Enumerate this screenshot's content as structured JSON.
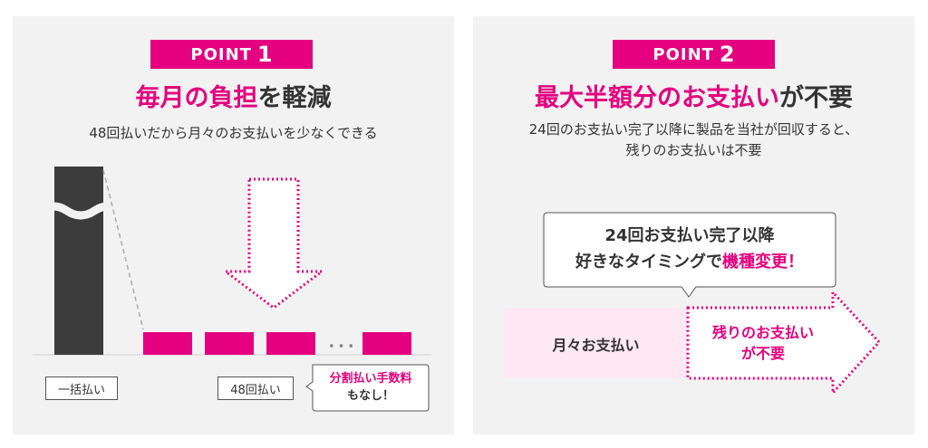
{
  "point1": {
    "badge_word": "POINT",
    "badge_num": "1",
    "title_pink": "毎月の負担",
    "title_dark": "を軽減",
    "subtitle": "48回払いだから月々のお支払いを少なくできる",
    "label_lump": "一括払い",
    "label_48": "48回払い",
    "bubble_line1": "分割払い手数料",
    "bubble_line2": "もなし！",
    "dots": "•••"
  },
  "point2": {
    "badge_word": "POINT",
    "badge_num": "2",
    "title_pink": "最大半額分のお支払い",
    "title_dark": "が不要",
    "subtitle_line1": "24回のお支払い完了以降に製品を当社が回収すると、",
    "subtitle_line2": "残りのお支払いは不要",
    "callout_line1": "24回お支払い完了以降",
    "callout_line2_pre": "好きなタイミングで",
    "callout_line2_pink": "機種変更",
    "callout_line2_post": "！",
    "monthly_label": "月々お支払い",
    "remaining_line1": "残りのお支払い",
    "remaining_line2": "が不要"
  },
  "colors": {
    "accent": "#e4007f",
    "bar_dark": "#3c3c3c",
    "panel_bg": "#f2f2f2",
    "light_pink": "#fde8f3"
  }
}
